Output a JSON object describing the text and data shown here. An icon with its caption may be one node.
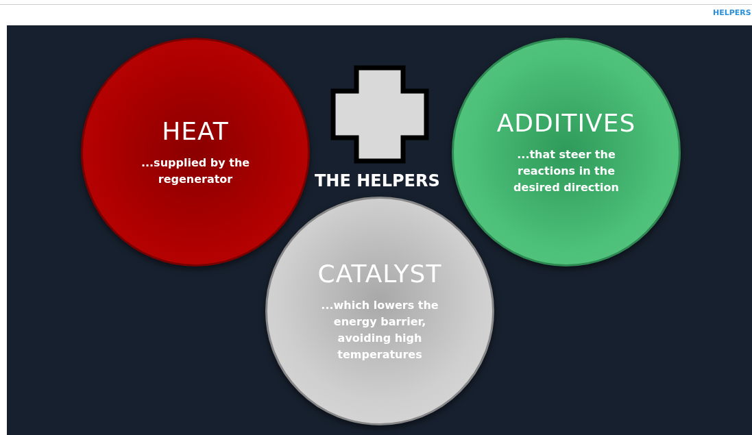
{
  "diagram": {
    "nodes": [
      {
        "text": [
          "HEAT",
          "...supplied by the regenerator"
        ]
      },
      {
        "text": [
          "ADDITIVES",
          "...that steer the reactions in the desired direction"
        ]
      },
      {
        "text": [
          "CATALYST",
          "...which lowers the energy barrier, avoiding high temperatures"
        ]
      }
    ],
    "labels": [
      "HELPERS",
      "THE HELPERS"
    ]
  }
}
